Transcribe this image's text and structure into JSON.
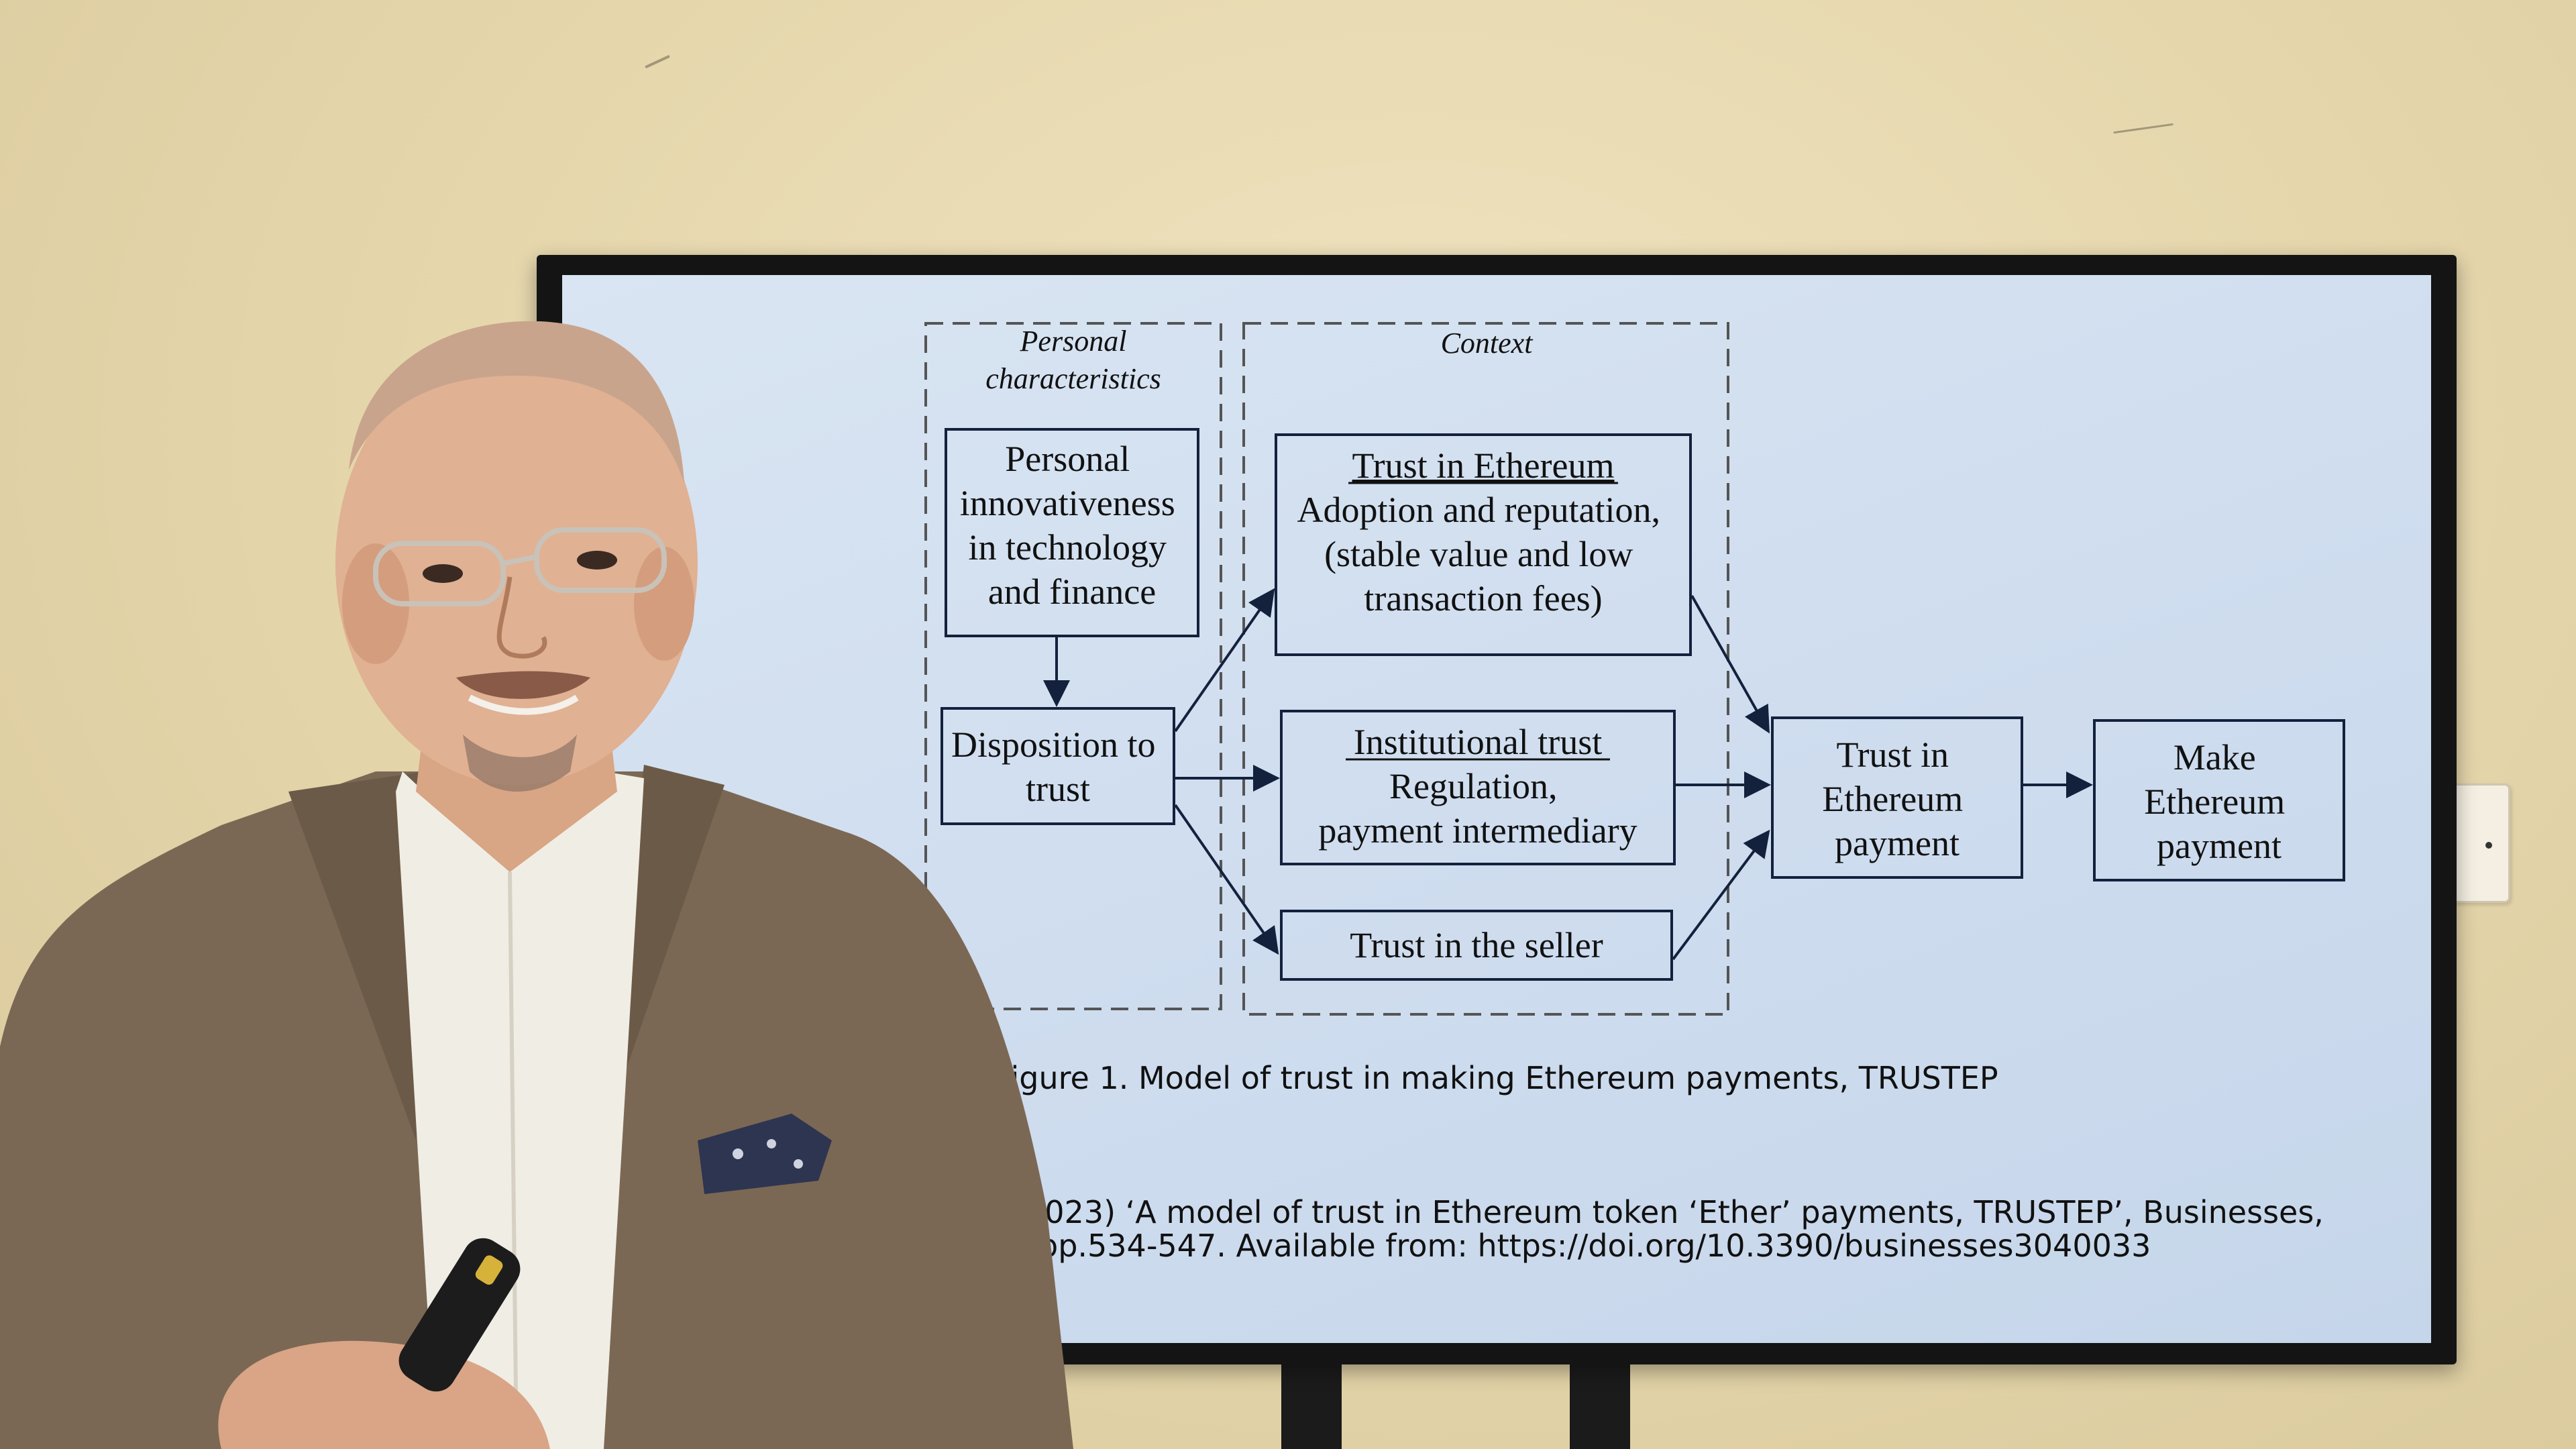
{
  "slide": {
    "diagram": {
      "groups": {
        "personal_characteristics": "Personal\ncharacteristics",
        "context": "Context"
      },
      "boxes": {
        "personal_innovativeness": [
          "Personal",
          "innovativeness",
          "in technology",
          "and finance"
        ],
        "disposition_to_trust": [
          "Disposition to",
          "trust"
        ],
        "trust_in_ethereum": {
          "title": "Trust in Ethereum",
          "lines": [
            "Adoption and reputation,",
            "(stable value and low",
            "transaction fees)"
          ]
        },
        "institutional_trust": {
          "title": "Institutional trust",
          "lines": [
            "Regulation,",
            "payment intermediary"
          ]
        },
        "trust_in_seller": "Trust in the seller",
        "trust_in_payment": [
          "Trust in",
          "Ethereum",
          "payment"
        ],
        "make_payment": [
          "Make",
          "Ethereum",
          "payment"
        ]
      }
    },
    "caption": "Figure 1. Model of trust in making Ethereum payments, TRUSTEP",
    "reference_line1": "2023) ‘A model of trust in Ethereum token ‘Ether’ payments, TRUSTEP’, Businesses,",
    "reference_line2": "pp.534-547. Available from: https://doi.org/10.3390/businesses3040033"
  },
  "colors": {
    "wall": "#e6d7ad",
    "screen": "#d3e0f0",
    "diagram_ink": "#14213d",
    "jacket": "#7d6a56",
    "shirt": "#f1eee6"
  }
}
